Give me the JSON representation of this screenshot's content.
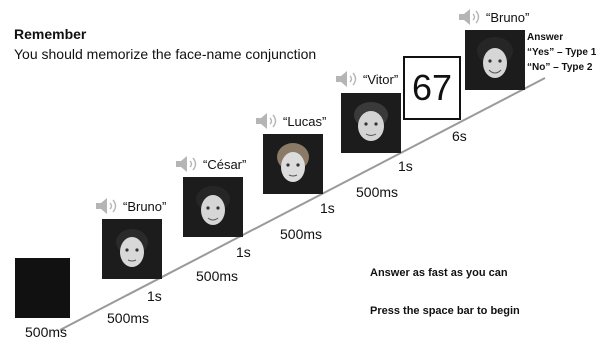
{
  "header": {
    "title": "Remember",
    "instruction": "You should memorize the face-name conjunction"
  },
  "timeline": {
    "blank_duration": "500ms",
    "steps": [
      {
        "name": "“Bruno”",
        "audio_duration": "500ms",
        "face_duration": "1s"
      },
      {
        "name": "“César”",
        "audio_duration": "500ms",
        "face_duration": "1s"
      },
      {
        "name": "“Lucas”",
        "audio_duration": "500ms",
        "face_duration": "1s"
      },
      {
        "name": "“Vitor”",
        "audio_duration": "500ms",
        "face_duration": "1s"
      }
    ],
    "number_display": "67",
    "number_duration": "6s",
    "test_name": "“Bruno”"
  },
  "answer": {
    "title": "Answer",
    "yes": "“Yes” – Type 1",
    "no": "“No” – Type 2"
  },
  "notes": {
    "fast": "Answer as fast as you can",
    "start": "Press the space bar to begin"
  },
  "icons": {
    "speaker": "speaker-icon",
    "face": "face-photo"
  }
}
